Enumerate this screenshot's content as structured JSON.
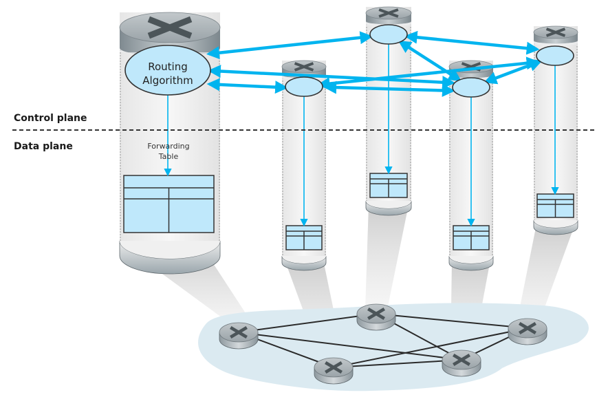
{
  "diagram": {
    "title": "Per-router control plane: individual routing algorithm components interact in the control plane",
    "planes": {
      "control_label": "Control plane",
      "data_label": "Data plane"
    },
    "routers": [
      {
        "id": "r1",
        "name": "router-left-large",
        "control_label_line1": "Routing",
        "control_label_line2": "Algorithm",
        "table_label_line1": "Forwarding",
        "table_label_line2": "Table"
      },
      {
        "id": "r2",
        "name": "router-2"
      },
      {
        "id": "r3",
        "name": "router-3"
      },
      {
        "id": "r4",
        "name": "router-4"
      },
      {
        "id": "r5",
        "name": "router-5"
      }
    ],
    "control_links": [
      [
        "r1",
        "r3"
      ],
      [
        "r1",
        "r4"
      ],
      [
        "r1",
        "r2"
      ],
      [
        "r3",
        "r5"
      ],
      [
        "r3",
        "r4"
      ],
      [
        "r2",
        "r5"
      ],
      [
        "r2",
        "r4"
      ],
      [
        "r4",
        "r5"
      ]
    ],
    "network": {
      "nodes": [
        "n1",
        "n2",
        "n3",
        "n4",
        "n5"
      ],
      "links": [
        [
          "n1",
          "n2"
        ],
        [
          "n1",
          "n4"
        ],
        [
          "n1",
          "n3"
        ],
        [
          "n2",
          "n5"
        ],
        [
          "n2",
          "n4"
        ],
        [
          "n3",
          "n4"
        ],
        [
          "n3",
          "n5"
        ],
        [
          "n4",
          "n5"
        ]
      ]
    },
    "colors": {
      "arrow": "#00b4ef",
      "ellipse_fill": "#bfe8fb",
      "table_fill": "#bfe8fb",
      "cloud_fill": "#dbeaf1",
      "cylinder_body": "#f2f2f2",
      "router_top": "#a9b1b6",
      "outline": "#333333"
    }
  }
}
